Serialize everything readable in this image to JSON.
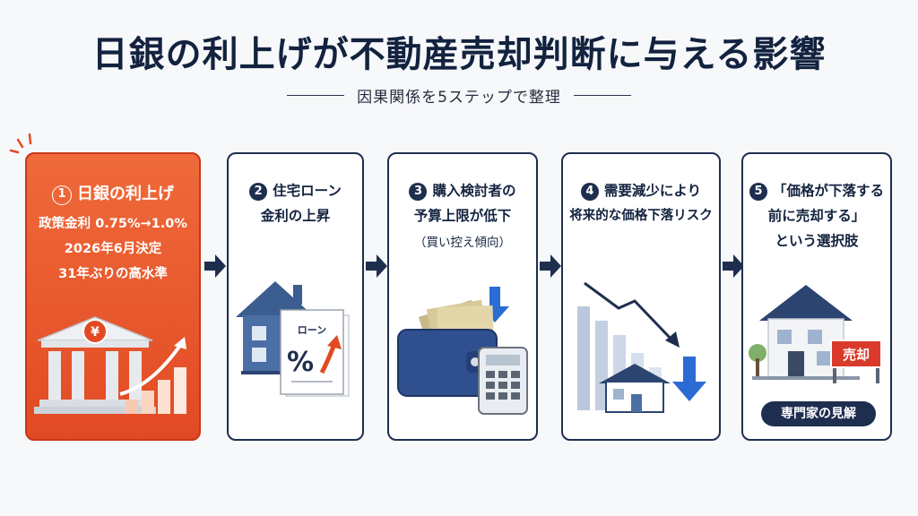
{
  "title": "日銀の利上げが不動産売却判断に与える影響",
  "subtitle": "因果関係を5ステップで整理",
  "steps": [
    {
      "number": "1",
      "title": "日銀の利上げ",
      "details": [
        "政策金利 0.75%→1.0%",
        "2026年6月決定",
        "31年ぶりの高水準"
      ],
      "icon": "central-bank-yen-icon"
    },
    {
      "number": "2",
      "lines": [
        "住宅ローン",
        "金利の上昇"
      ],
      "doc_label": "ローン",
      "doc_symbol": "%",
      "icon": "house-loan-icon"
    },
    {
      "number": "3",
      "lines": [
        "購入検討者の",
        "予算上限が低下"
      ],
      "note": "（買い控え傾向）",
      "icon": "wallet-calculator-icon"
    },
    {
      "number": "4",
      "lines": [
        "需要減少により",
        "将来的な価格下落リスク"
      ],
      "icon": "price-decline-icon"
    },
    {
      "number": "5",
      "lines": [
        "「価格が下落する",
        "前に売却する」",
        "という選択肢"
      ],
      "sign_label": "売却",
      "badge": "専門家の見解",
      "icon": "house-for-sale-icon"
    }
  ],
  "colors": {
    "navy": "#1e2e4f",
    "accent_orange": "#e85a2e",
    "arrow_blue": "#2b6bd4"
  }
}
